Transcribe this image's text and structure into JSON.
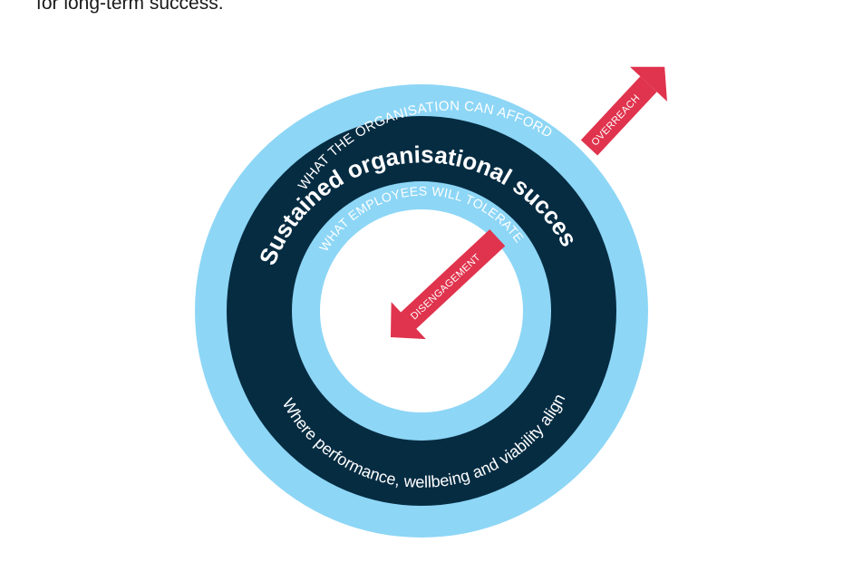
{
  "intro": {
    "text": "for long-term success."
  },
  "diagram": {
    "outer_ring_label": "WHAT THE ORGANISATION CAN AFFORD",
    "center_title": "Sustained organisational success",
    "inner_ring_label": "WHAT EMPLOYEES WILL TOLERATE",
    "bottom_caption": "Where performance, wellbeing and viability align",
    "overreach_label": "OVERREACH",
    "disengagement_label": "DISENGAGEMENT",
    "colors": {
      "light_blue": "#8dd6f6",
      "navy": "#062c42",
      "arrow_red": "#e0334d",
      "center_white": "#ffffff"
    }
  }
}
